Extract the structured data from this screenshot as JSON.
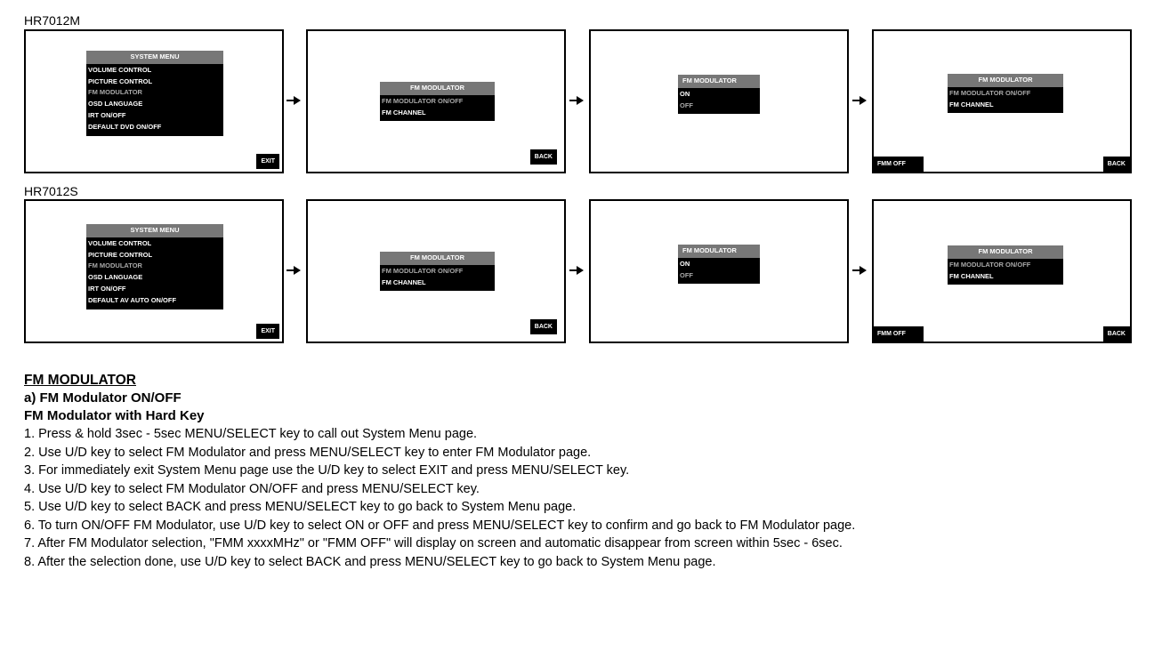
{
  "models": [
    {
      "label": "HR7012M",
      "screens": [
        {
          "type": "system",
          "title": "SYSTEM MENU",
          "items": [
            "VOLUME CONTROL",
            "PICTURE CONTROL",
            "FM MODULATOR",
            "OSD LANGUAGE",
            "IRT ON/OFF",
            "DEFAULT DVD ON/OFF"
          ],
          "highlight_index": 2,
          "br_tag": "EXIT",
          "bl_tag": ""
        },
        {
          "type": "fm",
          "title": "FM MODULATOR",
          "items": [
            "FM MODULATOR ON/OFF",
            "FM CHANNEL"
          ],
          "highlight_index": 0,
          "br_tag": "BACK",
          "bl_tag": ""
        },
        {
          "type": "onoff",
          "title": "FM MODULATOR",
          "items": [
            "ON",
            "OFF"
          ],
          "highlight_index": 1,
          "br_tag": "",
          "bl_tag": ""
        },
        {
          "type": "fm",
          "title": "FM MODULATOR",
          "items": [
            "FM MODULATOR ON/OFF",
            "FM CHANNEL"
          ],
          "highlight_index": 0,
          "br_tag": "BACK",
          "bl_tag": "FMM OFF"
        }
      ]
    },
    {
      "label": "HR7012S",
      "screens": [
        {
          "type": "system",
          "title": "SYSTEM MENU",
          "items": [
            "VOLUME CONTROL",
            "PICTURE CONTROL",
            "FM MODULATOR",
            "OSD LANGUAGE",
            "IRT ON/OFF",
            "DEFAULT AV AUTO ON/OFF"
          ],
          "highlight_index": 2,
          "br_tag": "EXIT",
          "bl_tag": ""
        },
        {
          "type": "fm",
          "title": "FM MODULATOR",
          "items": [
            "FM MODULATOR ON/OFF",
            "FM CHANNEL"
          ],
          "highlight_index": 0,
          "br_tag": "BACK",
          "bl_tag": ""
        },
        {
          "type": "onoff",
          "title": "FM MODULATOR",
          "items": [
            "ON",
            "OFF"
          ],
          "highlight_index": 1,
          "br_tag": "",
          "bl_tag": ""
        },
        {
          "type": "fm",
          "title": "FM MODULATOR",
          "items": [
            "FM MODULATOR ON/OFF",
            "FM CHANNEL"
          ],
          "highlight_index": 0,
          "br_tag": "BACK",
          "bl_tag": "FMM OFF"
        }
      ]
    }
  ],
  "doc": {
    "section_title": "FM MODULATOR",
    "subtitle": "a) FM Modulator ON/OFF",
    "subheading": "FM Modulator with Hard Key",
    "steps": [
      "1. Press & hold 3sec - 5sec MENU/SELECT key to call out System Menu page.",
      "2. Use U/D key to select FM Modulator and press MENU/SELECT key to enter FM Modulator page.",
      "3. For immediately exit System Menu page use the U/D key to select EXIT and press MENU/SELECT key.",
      "4. Use U/D key to select FM Modulator ON/OFF and press MENU/SELECT key.",
      "5. Use U/D key to select BACK and press MENU/SELECT key to go back to System Menu page.",
      "6. To turn ON/OFF FM Modulator, use U/D key to select ON or OFF and press MENU/SELECT key to confirm and go back to FM Modulator page.",
      "7. After FM Modulator selection, \"FMM xxxxMHz\" or \"FMM OFF\" will display on screen and automatic disappear from screen within 5sec - 6sec.",
      "8. After the selection done, use U/D key to select BACK and press MENU/SELECT key to go back to System Menu page."
    ]
  }
}
